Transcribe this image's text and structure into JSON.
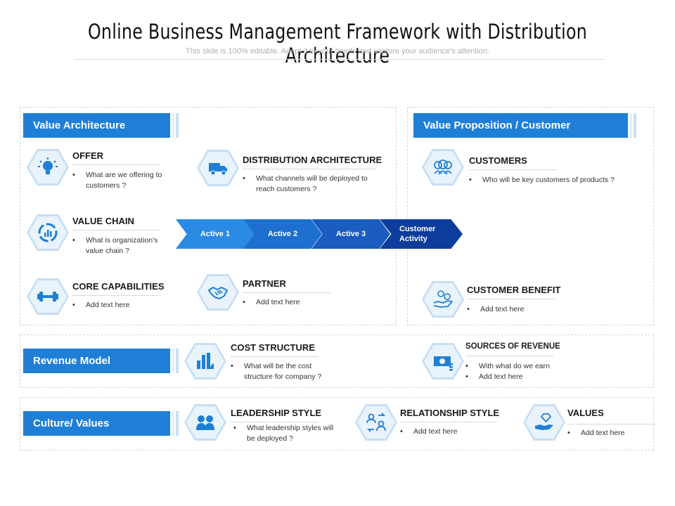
{
  "header": {
    "title": "Online Business Management Framework with Distribution Architecture",
    "subtitle": "This slide is 100% editable. Adapt it to your needs and capture your audience's attention."
  },
  "colors": {
    "accent": "#1f7fd6",
    "chevron_1": "#2b8ae3",
    "chevron_2": "#1d6fd0",
    "chevron_3": "#1a5cbf",
    "chevron_4": "#0d3d9c",
    "hex_fill": "#e9f3fc"
  },
  "value_architecture": {
    "label": "Value Architecture",
    "items": [
      {
        "title": "OFFER",
        "icon": "lightbulb-icon",
        "bullets": [
          "What are we offering to customers ?"
        ]
      },
      {
        "title": "VALUE CHAIN",
        "icon": "chart-cycle-icon",
        "bullets": [
          "What is organization's value chain ?"
        ]
      },
      {
        "title": "CORE CAPABILITIES",
        "icon": "dumbbell-icon",
        "bullets": [
          "Add text here"
        ]
      },
      {
        "title": "DISTRIBUTION ARCHITECTURE",
        "icon": "truck-icon",
        "bullets": [
          "What channels will be deployed to reach customers ?"
        ]
      },
      {
        "title": "PARTNER",
        "icon": "handshake-icon",
        "bullets": [
          "Add text here"
        ]
      }
    ]
  },
  "process_chevrons": [
    "Active 1",
    "Active 2",
    "Active 3",
    "Customer Activity"
  ],
  "value_proposition": {
    "label": "Value Proposition / Customer",
    "items": [
      {
        "title": "CUSTOMERS",
        "icon": "customers-icon",
        "bullets": [
          "Who will be key customers of products ?"
        ]
      },
      {
        "title": "CUSTOMER BENEFIT",
        "icon": "hand-coins-icon",
        "bullets": [
          "Add text here"
        ]
      }
    ]
  },
  "revenue_model": {
    "label": "Revenue Model",
    "items": [
      {
        "title": "COST STRUCTURE",
        "icon": "bar-chart-icon",
        "bullets": [
          "What will be the cost structure for company ?"
        ]
      },
      {
        "title": "SOURCES OF REVENUE",
        "icon": "money-icon",
        "bullets": [
          "With what do we earn",
          "Add text here"
        ]
      }
    ]
  },
  "culture_values": {
    "label": "Culture/ Values",
    "items": [
      {
        "title": "LEADERSHIP STYLE",
        "icon": "people-icon",
        "bullets": [
          "What leadership styles will be deployed ?"
        ]
      },
      {
        "title": "RELATIONSHIP STYLE",
        "icon": "relationship-icon",
        "bullets": [
          "Add text here"
        ]
      },
      {
        "title": "VALUES",
        "icon": "diamond-hand-icon",
        "bullets": [
          "Add text here"
        ]
      }
    ]
  }
}
